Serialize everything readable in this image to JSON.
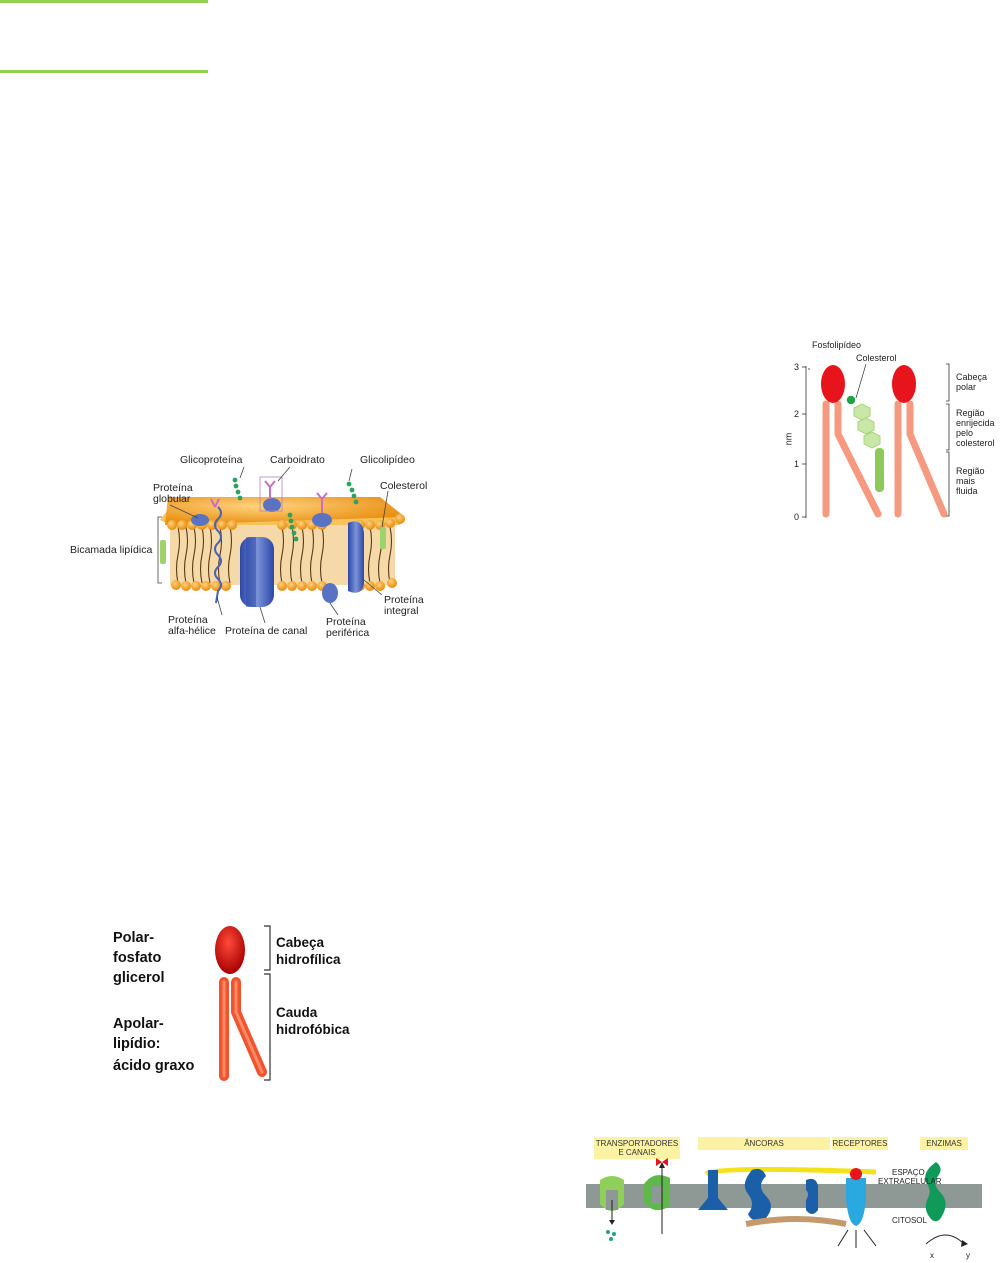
{
  "membrane": {
    "labels": {
      "glicoproteina": "Glicoproteína",
      "carboidrato": "Carboidrato",
      "glicolipideo": "Glicolipídeo",
      "proteina_globular_1": "Proteína",
      "proteina_globular_2": "globular",
      "colesterol": "Colesterol",
      "bicamada": "Bicamada lipídica",
      "alfa_1": "Proteína",
      "alfa_2": "alfa-hélice",
      "canal": "Proteína de canal",
      "periferica_1": "Proteína",
      "periferica_2": "periférica",
      "integral_1": "Proteína",
      "integral_2": "integral"
    }
  },
  "cholesterol_figure": {
    "fosfolipideo": "Fosfolipídeo",
    "colesterol": "Colesterol",
    "axis_unit": "nm",
    "ticks": [
      "3",
      "2",
      "1",
      "0"
    ],
    "cabeca": [
      "Cabeça",
      "polar"
    ],
    "enrijecida": [
      "Região",
      "enrijecida",
      "pelo",
      "colesterol"
    ],
    "fluida": [
      "Região",
      "mais",
      "fluida"
    ]
  },
  "phospholipid": {
    "polar": [
      "Polar-",
      "fosfato",
      "glicerol"
    ],
    "apolar": [
      "Apolar-",
      "lipídio:",
      "ácido graxo"
    ],
    "cabeca": [
      "Cabeça",
      "hidrofílica"
    ],
    "cauda": [
      "Cauda",
      "hidrofóbica"
    ]
  },
  "protein_functions": {
    "transportadores": [
      "TRANSPORTADORES",
      "E CANAIS"
    ],
    "ancoras": "ÂNCORAS",
    "receptores": "RECEPTORES",
    "enzimas": "ENZIMAS",
    "espaco": [
      "ESPAÇO",
      "EXTRACELULAR"
    ],
    "citosol": "CITOSOL",
    "x": "x",
    "y": "y"
  },
  "colors": {
    "accent_rule": "#92d050",
    "lipid_head": "#f6a623",
    "protein_blue": "#4a63b5",
    "head_red": "#e8141b",
    "tail_salmon": "#f59a80",
    "cholesterol_green": "#9ed36a",
    "tag_yellow": "#fbf3a3",
    "membrane_gray": "#8e9894"
  }
}
